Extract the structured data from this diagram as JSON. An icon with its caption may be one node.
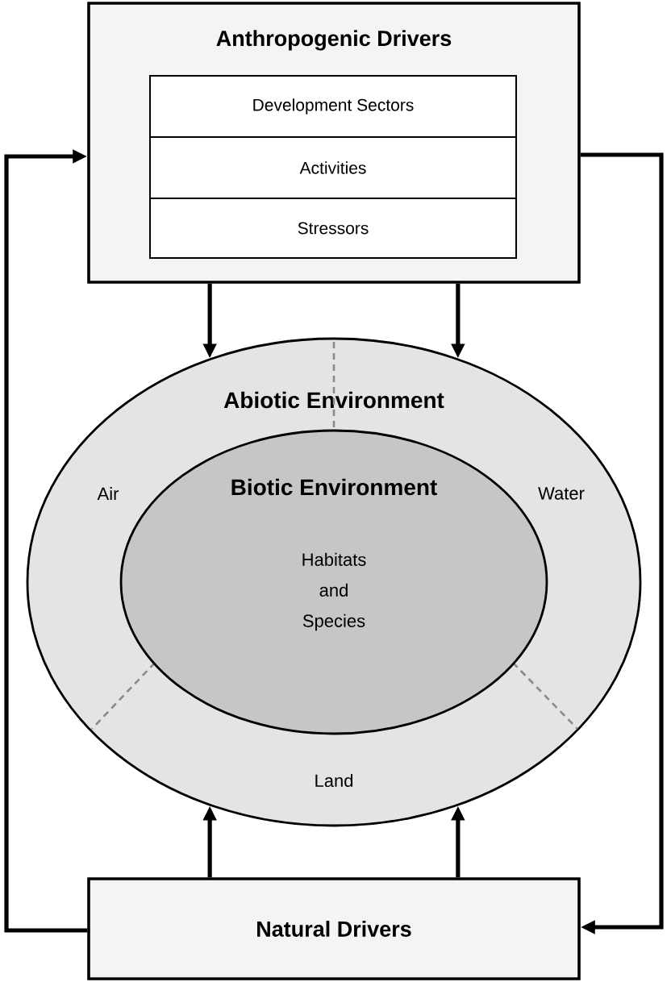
{
  "diagram": {
    "nodes": [
      {
        "text": [
          "Anthropogenic Drivers"
        ]
      },
      {
        "text": [
          "Development Sectors"
        ],
        "in": 0
      },
      {
        "text": [
          "Activities"
        ],
        "in": 0
      },
      {
        "text": [
          "Stressors"
        ],
        "in": 0
      },
      {
        "text": [
          "Abiotic Environment"
        ]
      },
      {
        "text": [
          "Biotic Environment",
          "Habitats and Species"
        ],
        "in": 4
      },
      {
        "text": [
          "Natural Drivers"
        ]
      }
    ],
    "edges": [
      {
        "from": 0,
        "to": 4,
        "arrow": "to"
      },
      {
        "from": 0,
        "to": 4,
        "arrow": "to"
      },
      {
        "from": 6,
        "to": 4,
        "arrow": "to"
      },
      {
        "from": 6,
        "to": 4,
        "arrow": "to"
      },
      {
        "from": 6,
        "to": 0,
        "arrow": "to"
      },
      {
        "from": 0,
        "to": 6,
        "arrow": "to"
      }
    ],
    "labels": [
      "Air",
      "Water",
      "Land"
    ]
  }
}
